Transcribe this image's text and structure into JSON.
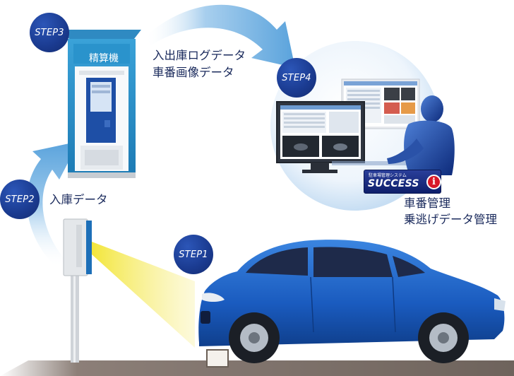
{
  "steps": {
    "step1": "STEP1",
    "step2": "STEP2",
    "step3": "STEP3",
    "step4": "STEP4"
  },
  "labels": {
    "machine": "精算機",
    "flow_step2": "入庫データ",
    "flow_step4_line1": "入出庫ログデータ",
    "flow_step4_line2": "車番画像データ",
    "system_line1": "車番管理",
    "system_line2": "乗逃げデータ管理"
  },
  "brand": {
    "small_text": "駐車場管理システム",
    "name": "SUCCESS",
    "mark": "i"
  },
  "colors": {
    "badge": "#1a3a8f",
    "arrow": "#6aaede",
    "car": "#1e63c8",
    "beam": "#f6ec6e",
    "kiosk": "#2a8fc6",
    "text": "#1a2a5c",
    "brand_accent": "#d8182a"
  }
}
